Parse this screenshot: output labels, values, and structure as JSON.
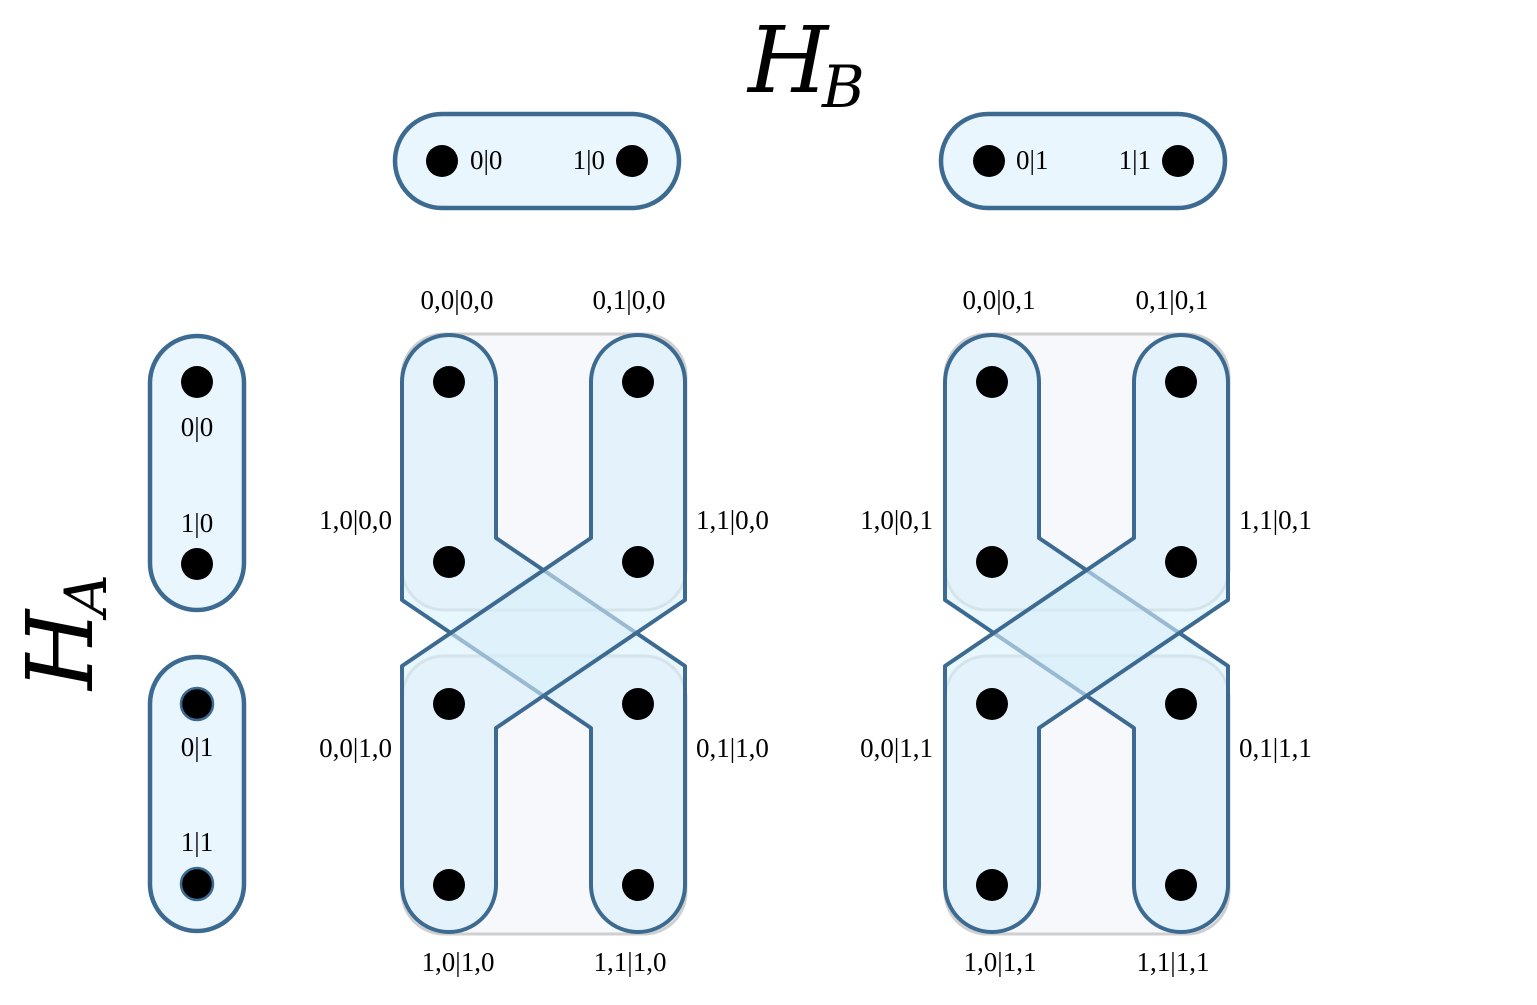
{
  "axes": {
    "hb": {
      "main": "H",
      "sub": "B"
    },
    "ha": {
      "main": "H",
      "sub": "A"
    }
  },
  "hb_capsules": [
    {
      "left": "0|0",
      "right": "1|0"
    },
    {
      "left": "0|1",
      "right": "1|1"
    }
  ],
  "ha_capsules": [
    {
      "top": "0|0",
      "bottom": "1|0"
    },
    {
      "top": "0|1",
      "bottom": "1|1"
    }
  ],
  "blocks": [
    {
      "labels": {
        "top_left": "0,0|0,0",
        "top_right": "0,1|0,0",
        "mid_upper_left": "1,0|0,0",
        "mid_upper_right": "1,1|0,0",
        "mid_lower_left": "0,0|1,0",
        "mid_lower_right": "0,1|1,0",
        "bottom_left": "1,0|1,0",
        "bottom_right": "1,1|1,0"
      }
    },
    {
      "labels": {
        "top_left": "0,0|0,1",
        "top_right": "0,1|0,1",
        "mid_upper_left": "1,0|0,1",
        "mid_upper_right": "1,1|0,1",
        "mid_lower_left": "0,0|1,1",
        "mid_lower_right": "0,1|1,1",
        "bottom_left": "1,0|1,1",
        "bottom_right": "1,1|1,1"
      }
    }
  ]
}
